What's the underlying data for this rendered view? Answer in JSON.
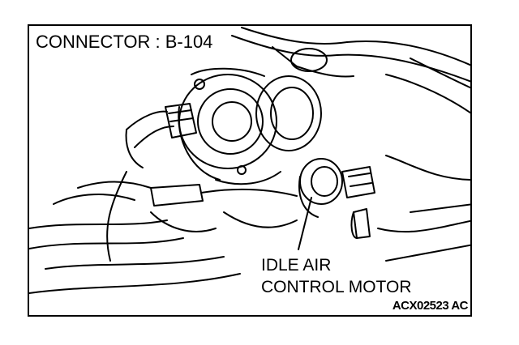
{
  "figure": {
    "connector_label": "CONNECTOR : B-104",
    "callout_line1": "IDLE AIR",
    "callout_line2": "CONTROL MOTOR",
    "figure_code": "ACX02523 AC"
  },
  "colors": {
    "ink": "#000000",
    "paper": "#ffffff"
  }
}
